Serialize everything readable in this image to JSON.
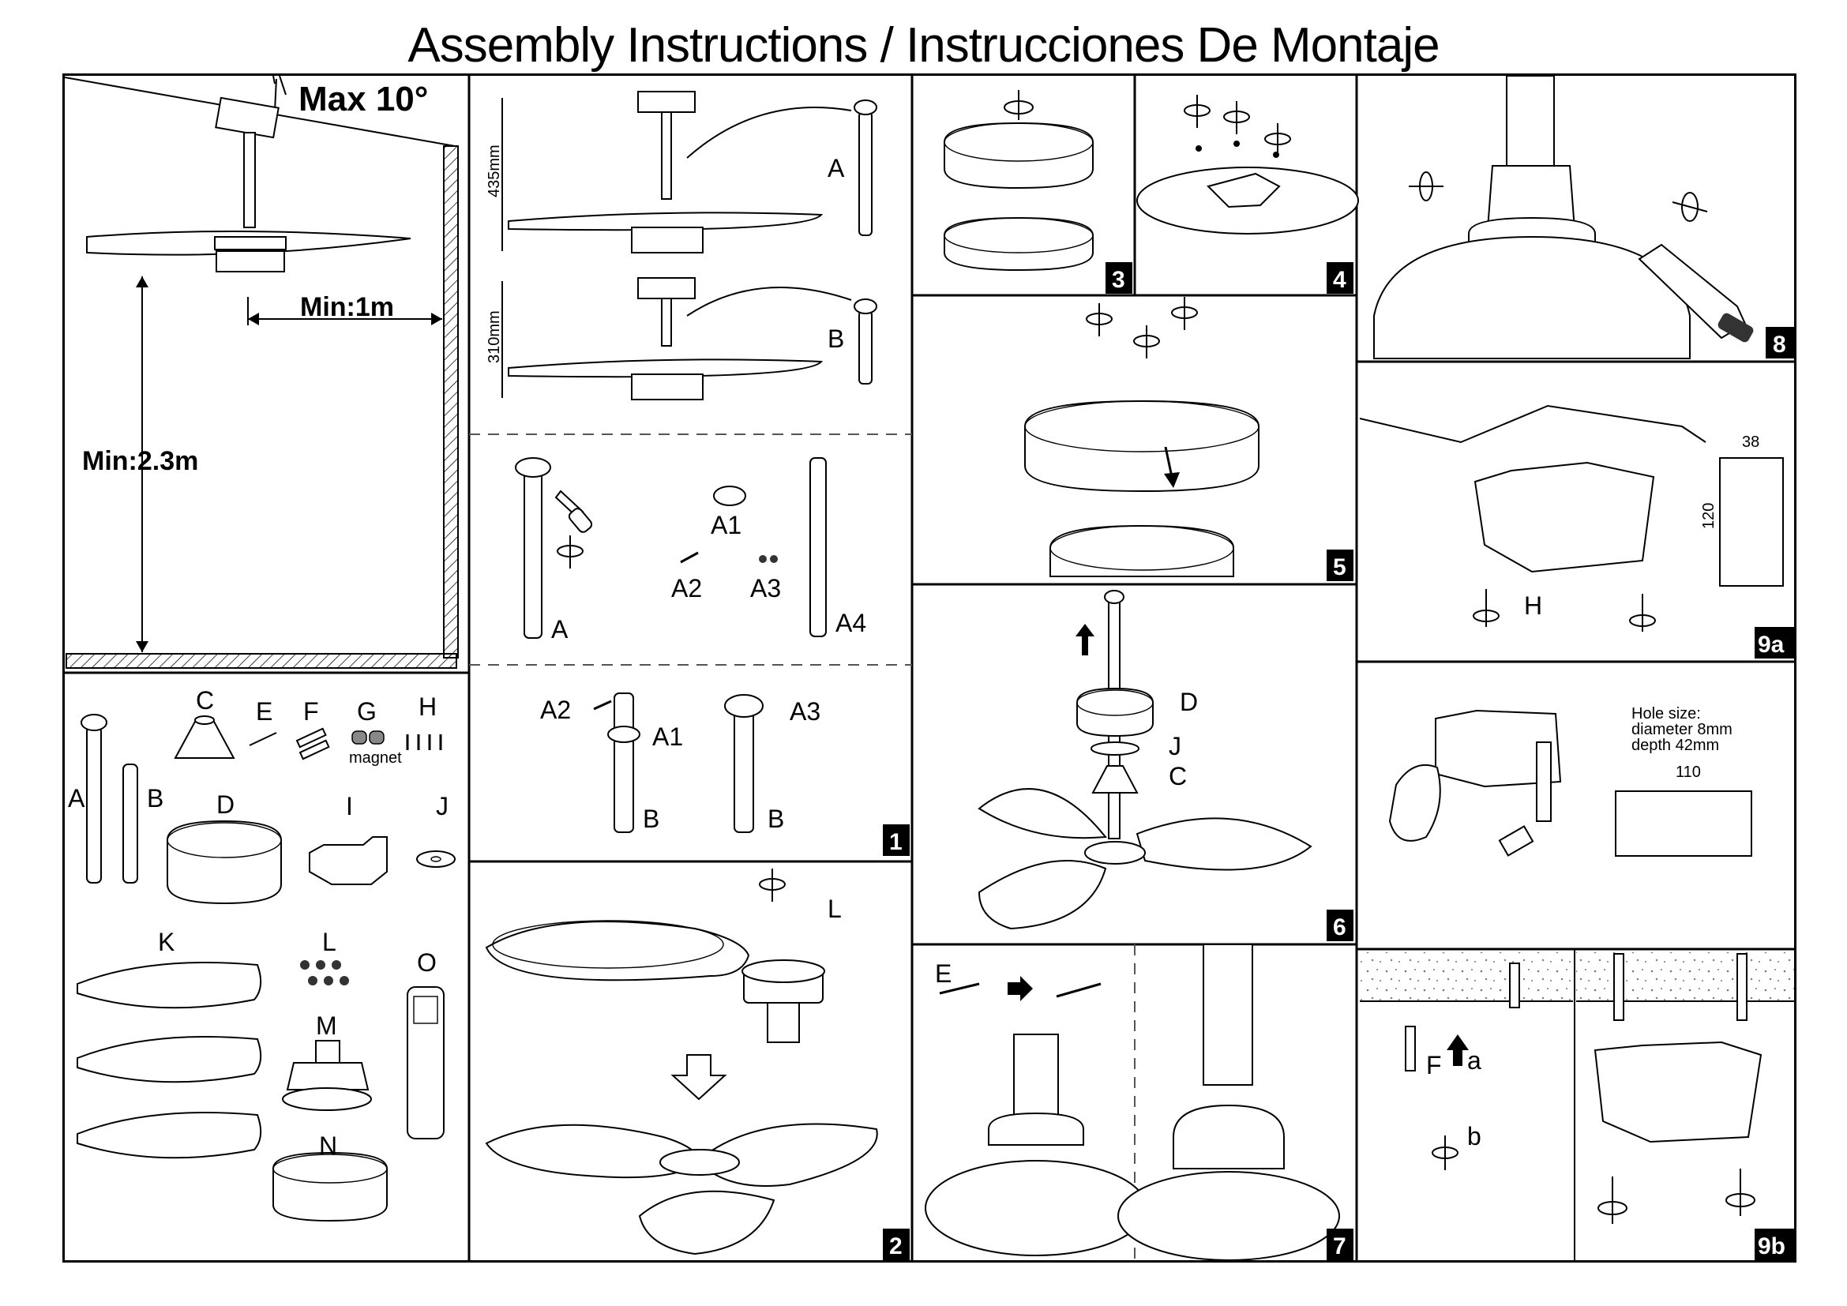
{
  "title": "Assembly Instructions / Instrucciones De Montaje",
  "install": {
    "max_angle": "Max 10°",
    "min_wall": "Min:1m",
    "min_height": "Min:2.3m"
  },
  "parts": {
    "A": "A",
    "B": "B",
    "C": "C",
    "D": "D",
    "E": "E",
    "F": "F",
    "G": "G",
    "H": "H",
    "I": "I",
    "J": "J",
    "K": "K",
    "L": "L",
    "M": "M",
    "N": "N",
    "O": "O",
    "magnet": "magnet"
  },
  "step1": {
    "dim_long": "435mm",
    "dim_short": "310mm",
    "label_a": "A",
    "label_b": "B",
    "label_a1": "A1",
    "label_a2": "A2",
    "label_a3": "A3",
    "label_a4": "A4"
  },
  "step2": {
    "label_l": "L"
  },
  "step6": {
    "label_d": "D",
    "label_j": "J",
    "label_c": "C"
  },
  "step7": {
    "label_e": "E"
  },
  "step9a": {
    "dim_w": "38",
    "dim_h": "120",
    "label_h": "H",
    "dim_110": "110",
    "hole_size": "Hole size:",
    "hole_diameter": "diameter 8mm",
    "hole_depth": "depth 42mm"
  },
  "step9b": {
    "label_f": "F",
    "label_a": "a",
    "label_b": "b"
  },
  "badges": [
    "1",
    "2",
    "3",
    "4",
    "5",
    "6",
    "7",
    "8",
    "9a",
    "9b"
  ]
}
